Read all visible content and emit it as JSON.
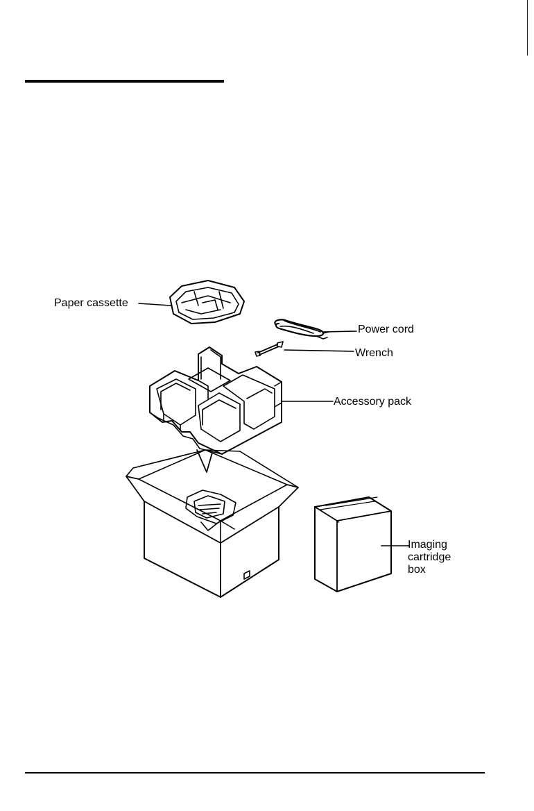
{
  "labels": {
    "paper_cassette": "Paper cassette",
    "power_cord": "Power cord",
    "wrench": "Wrench",
    "accessory_pack": "Accessory pack",
    "imaging_cartridge_box": "Imaging\ncartridge\nbox"
  }
}
